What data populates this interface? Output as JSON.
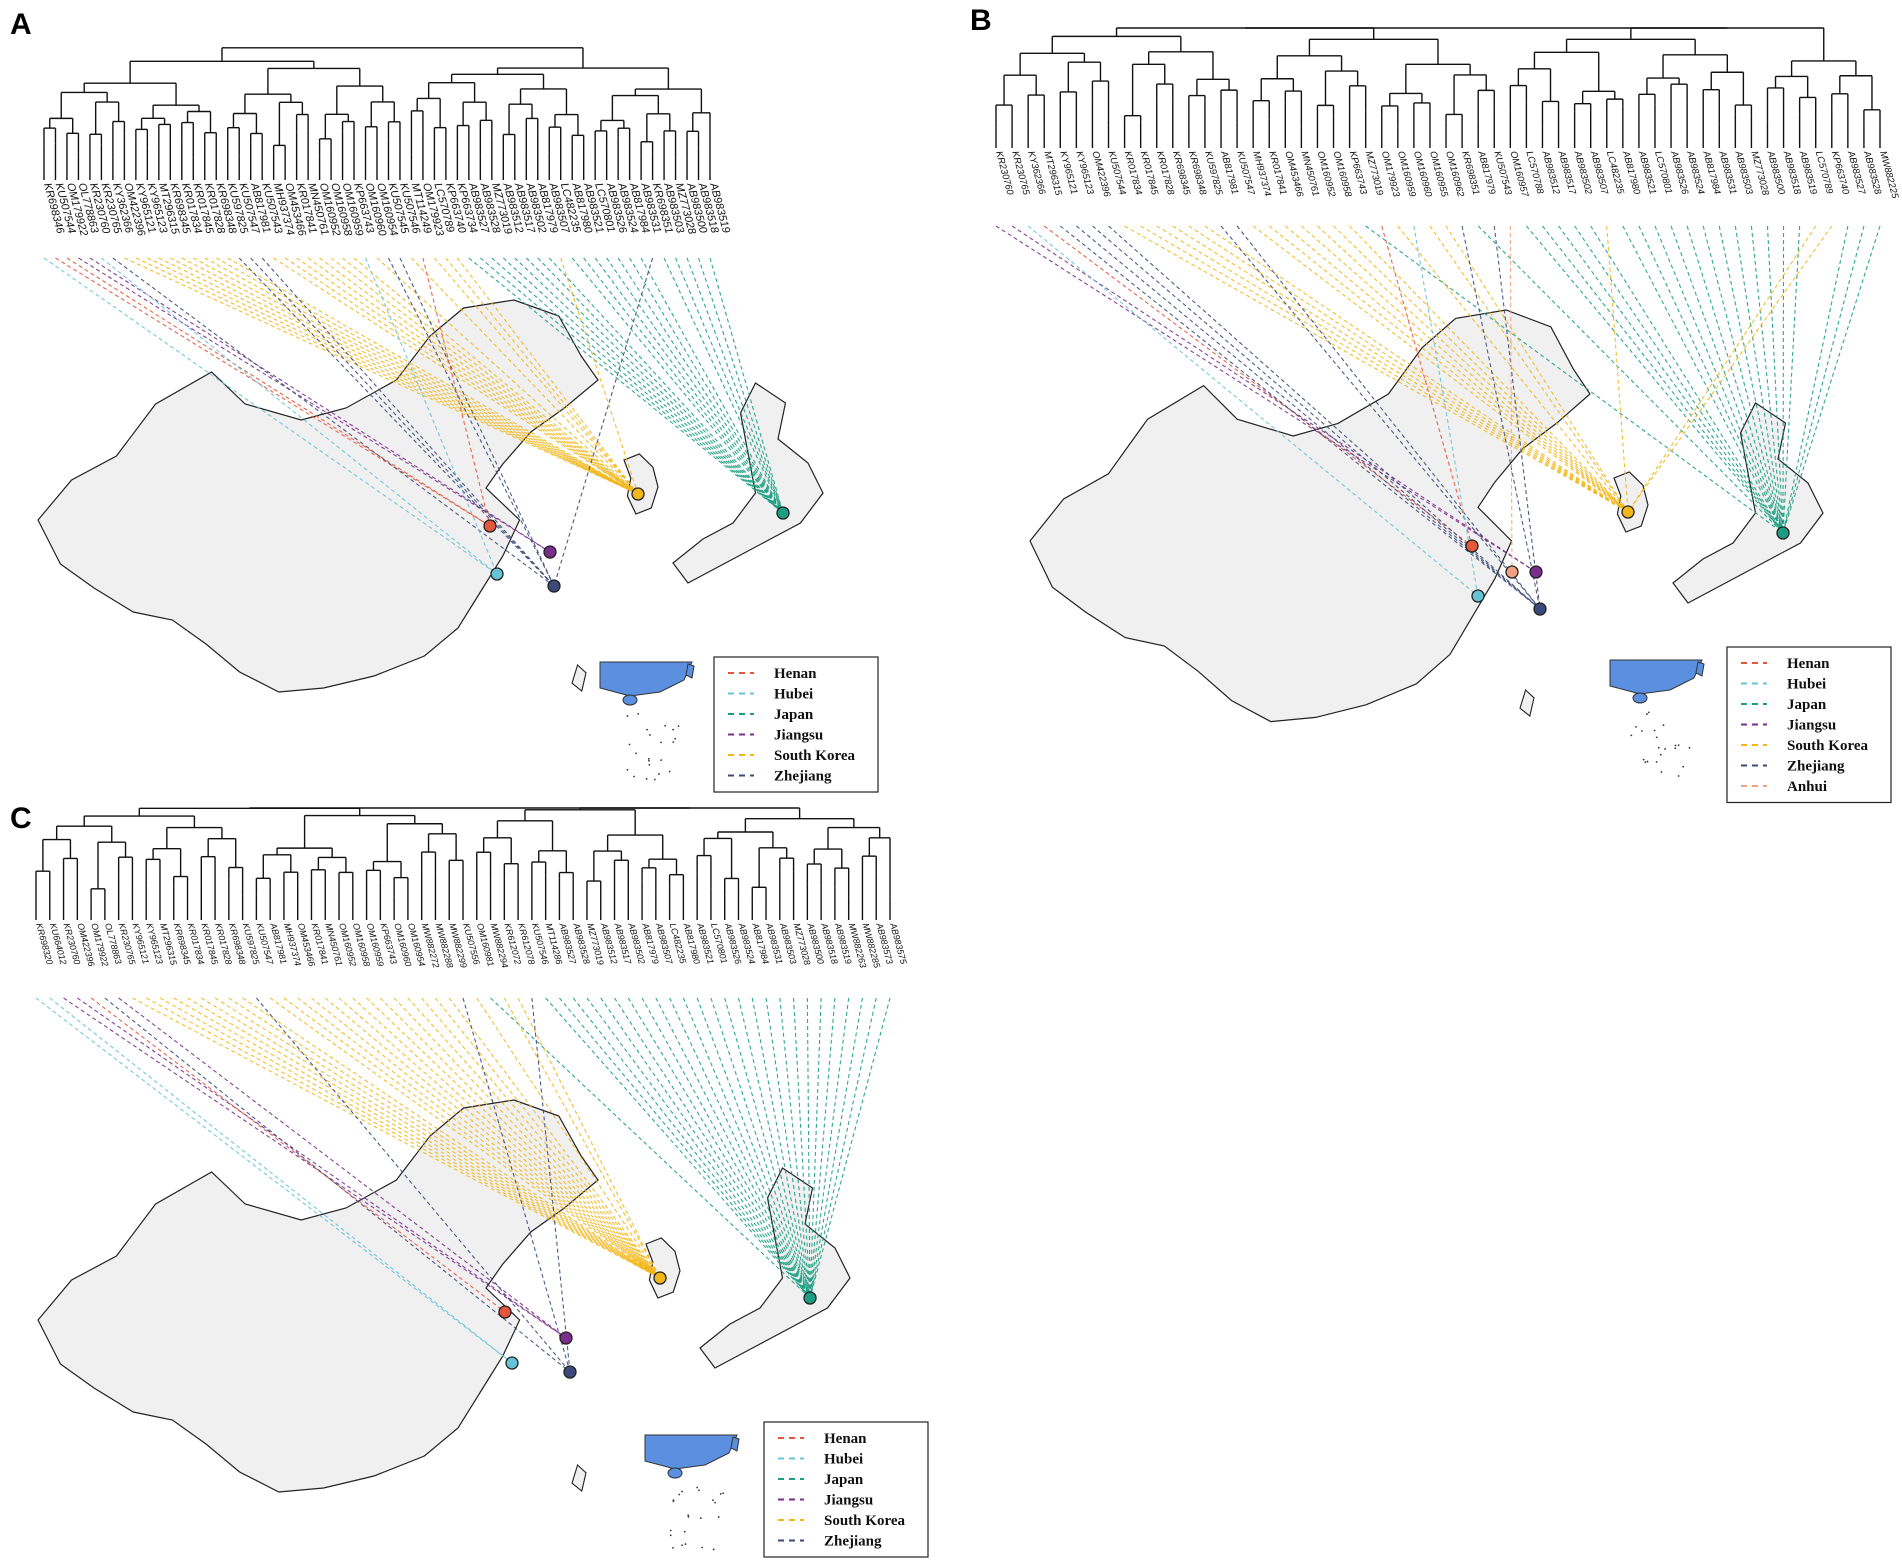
{
  "colors": {
    "Henan": "#e4573d",
    "Hubei": "#67c3d6",
    "Japan": "#1b9e82",
    "Jiangsu": "#7b2d8b",
    "South Korea": "#f2b71b",
    "Zhejiang": "#3b4a78",
    "Anhui": "#f0a182",
    "land": "#f0f0f0",
    "coast": "#222222",
    "inset": "#5b8fe0"
  },
  "panels": [
    {
      "id": "A",
      "label": "A",
      "legend": [
        "Henan",
        "Hubei",
        "Japan",
        "Jiangsu",
        "South Korea",
        "Zhejiang"
      ],
      "leaves": [
        {
          "label": "KR698346",
          "region": "Hubei"
        },
        {
          "label": "KU507544",
          "region": "Henan"
        },
        {
          "label": "OM179922",
          "region": "Henan"
        },
        {
          "label": "OL778863",
          "region": "Jiangsu"
        },
        {
          "label": "KR230760",
          "region": "Jiangsu"
        },
        {
          "label": "KR230765",
          "region": "Hubei"
        },
        {
          "label": "KY362366",
          "region": "Zhejiang"
        },
        {
          "label": "OM422396",
          "region": "South Korea"
        },
        {
          "label": "KY965121",
          "region": "South Korea"
        },
        {
          "label": "KY965123",
          "region": "South Korea"
        },
        {
          "label": "MT296315",
          "region": "South Korea"
        },
        {
          "label": "KR698345",
          "region": "South Korea"
        },
        {
          "label": "KR017834",
          "region": "South Korea"
        },
        {
          "label": "KR017845",
          "region": "South Korea"
        },
        {
          "label": "KR017828",
          "region": "South Korea"
        },
        {
          "label": "KR698348",
          "region": "South Korea"
        },
        {
          "label": "KU597825",
          "region": "South Korea"
        },
        {
          "label": "KU507547",
          "region": "Zhejiang"
        },
        {
          "label": "AB817981",
          "region": "Zhejiang"
        },
        {
          "label": "KU507543",
          "region": "Zhejiang"
        },
        {
          "label": "MH937374",
          "region": "South Korea"
        },
        {
          "label": "OM453466",
          "region": "South Korea"
        },
        {
          "label": "KR017841",
          "region": "South Korea"
        },
        {
          "label": "MN450761",
          "region": "South Korea"
        },
        {
          "label": "OM160952",
          "region": "South Korea"
        },
        {
          "label": "OM160958",
          "region": "South Korea"
        },
        {
          "label": "OM160959",
          "region": "South Korea"
        },
        {
          "label": "KP663743",
          "region": "South Korea"
        },
        {
          "label": "OM160960",
          "region": "Hubei"
        },
        {
          "label": "OM160954",
          "region": "South Korea"
        },
        {
          "label": "KU507545",
          "region": "Zhejiang"
        },
        {
          "label": "KU507546",
          "region": "Zhejiang"
        },
        {
          "label": "MT114249",
          "region": "South Korea"
        },
        {
          "label": "OM179923",
          "region": "Henan"
        },
        {
          "label": "LC570789",
          "region": "South Korea"
        },
        {
          "label": "KP663740",
          "region": "South Korea"
        },
        {
          "label": "KP663734",
          "region": "South Korea"
        },
        {
          "label": "AB983527",
          "region": "Japan"
        },
        {
          "label": "AB983528",
          "region": "Japan"
        },
        {
          "label": "MZ773019",
          "region": "Japan"
        },
        {
          "label": "AB983512",
          "region": "Japan"
        },
        {
          "label": "AB983517",
          "region": "Japan"
        },
        {
          "label": "AB983502",
          "region": "Japan"
        },
        {
          "label": "AB817979",
          "region": "Japan"
        },
        {
          "label": "AB983507",
          "region": "Japan"
        },
        {
          "label": "LC482235",
          "region": "South Korea"
        },
        {
          "label": "AB817980",
          "region": "Japan"
        },
        {
          "label": "AB983521",
          "region": "Japan"
        },
        {
          "label": "LC570801",
          "region": "Japan"
        },
        {
          "label": "AB983526",
          "region": "Japan"
        },
        {
          "label": "AB983524",
          "region": "Japan"
        },
        {
          "label": "AB817984",
          "region": "Japan"
        },
        {
          "label": "AB983531",
          "region": "Japan"
        },
        {
          "label": "KR698351",
          "region": "Zhejiang"
        },
        {
          "label": "AB983503",
          "region": "Japan"
        },
        {
          "label": "MZ773028",
          "region": "Japan"
        },
        {
          "label": "AB983500",
          "region": "Japan"
        },
        {
          "label": "AB983518",
          "region": "Japan"
        },
        {
          "label": "AB983519",
          "region": "Japan"
        }
      ]
    },
    {
      "id": "B",
      "label": "B",
      "legend": [
        "Henan",
        "Hubei",
        "Japan",
        "Jiangsu",
        "South Korea",
        "Zhejiang",
        "Anhui"
      ],
      "leaves": [
        {
          "label": "KR230760",
          "region": "Jiangsu"
        },
        {
          "label": "KR230765",
          "region": "Jiangsu"
        },
        {
          "label": "KY362366",
          "region": "Hubei"
        },
        {
          "label": "MT296315",
          "region": "Henan"
        },
        {
          "label": "KY965121",
          "region": "Zhejiang"
        },
        {
          "label": "KY965123",
          "region": "Zhejiang"
        },
        {
          "label": "OM422396",
          "region": "Zhejiang"
        },
        {
          "label": "KU507544",
          "region": "Zhejiang"
        },
        {
          "label": "KR017834",
          "region": "South Korea"
        },
        {
          "label": "KR017845",
          "region": "South Korea"
        },
        {
          "label": "KR017828",
          "region": "South Korea"
        },
        {
          "label": "KR698345",
          "region": "South Korea"
        },
        {
          "label": "KR698348",
          "region": "South Korea"
        },
        {
          "label": "KU597825",
          "region": "South Korea"
        },
        {
          "label": "AB817981",
          "region": "Zhejiang"
        },
        {
          "label": "KU507547",
          "region": "Zhejiang"
        },
        {
          "label": "MH937374",
          "region": "South Korea"
        },
        {
          "label": "KR017841",
          "region": "South Korea"
        },
        {
          "label": "OM453466",
          "region": "South Korea"
        },
        {
          "label": "MN450761",
          "region": "South Korea"
        },
        {
          "label": "OM160952",
          "region": "South Korea"
        },
        {
          "label": "OM160958",
          "region": "South Korea"
        },
        {
          "label": "KP663743",
          "region": "South Korea"
        },
        {
          "label": "MZ773019",
          "region": "Japan"
        },
        {
          "label": "OM179923",
          "region": "Henan"
        },
        {
          "label": "OM160959",
          "region": "South Korea"
        },
        {
          "label": "OM160960",
          "region": "Hubei"
        },
        {
          "label": "OM160955",
          "region": "South Korea"
        },
        {
          "label": "OM160962",
          "region": "South Korea"
        },
        {
          "label": "KR698351",
          "region": "Zhejiang"
        },
        {
          "label": "AB817979",
          "region": "Japan"
        },
        {
          "label": "KU507543",
          "region": "Zhejiang"
        },
        {
          "label": "OM160957",
          "region": "Anhui"
        },
        {
          "label": "LC570788",
          "region": "Japan"
        },
        {
          "label": "AB983512",
          "region": "Japan"
        },
        {
          "label": "AB983517",
          "region": "Japan"
        },
        {
          "label": "AB983502",
          "region": "Japan"
        },
        {
          "label": "AB983507",
          "region": "Japan"
        },
        {
          "label": "LC482235",
          "region": "South Korea"
        },
        {
          "label": "AB817980",
          "region": "Japan"
        },
        {
          "label": "AB983521",
          "region": "Japan"
        },
        {
          "label": "LC570801",
          "region": "Japan"
        },
        {
          "label": "AB983526",
          "region": "Japan"
        },
        {
          "label": "AB983524",
          "region": "Japan"
        },
        {
          "label": "AB817984",
          "region": "Japan"
        },
        {
          "label": "AB983531",
          "region": "Japan"
        },
        {
          "label": "AB983503",
          "region": "Japan"
        },
        {
          "label": "MZ773028",
          "region": "Japan"
        },
        {
          "label": "AB983500",
          "region": "Japan"
        },
        {
          "label": "AB983518",
          "region": "Japan"
        },
        {
          "label": "AB983519",
          "region": "Japan"
        },
        {
          "label": "LC570789",
          "region": "South Korea"
        },
        {
          "label": "KP663740",
          "region": "South Korea"
        },
        {
          "label": "AB983527",
          "region": "Japan"
        },
        {
          "label": "AB983528",
          "region": "Japan"
        },
        {
          "label": "MW882225",
          "region": "Japan"
        }
      ]
    },
    {
      "id": "C",
      "label": "C",
      "legend": [
        "Henan",
        "Hubei",
        "Japan",
        "Jiangsu",
        "South Korea",
        "Zhejiang"
      ],
      "leaves": [
        {
          "label": "KR698320",
          "region": "Hubei"
        },
        {
          "label": "KU664012",
          "region": "Hubei"
        },
        {
          "label": "KR230760",
          "region": "Jiangsu"
        },
        {
          "label": "OM422396",
          "region": "Jiangsu"
        },
        {
          "label": "OM179922",
          "region": "Henan"
        },
        {
          "label": "OL778863",
          "region": "Zhejiang"
        },
        {
          "label": "KR230765",
          "region": "Jiangsu"
        },
        {
          "label": "KY965121",
          "region": "South Korea"
        },
        {
          "label": "KY965123",
          "region": "South Korea"
        },
        {
          "label": "MT296315",
          "region": "South Korea"
        },
        {
          "label": "KR698345",
          "region": "South Korea"
        },
        {
          "label": "KR017834",
          "region": "South Korea"
        },
        {
          "label": "KR017845",
          "region": "South Korea"
        },
        {
          "label": "KR017828",
          "region": "South Korea"
        },
        {
          "label": "KR698348",
          "region": "South Korea"
        },
        {
          "label": "KU597825",
          "region": "South Korea"
        },
        {
          "label": "KU507547",
          "region": "Zhejiang"
        },
        {
          "label": "AB817981",
          "region": "South Korea"
        },
        {
          "label": "MH937374",
          "region": "South Korea"
        },
        {
          "label": "OM453466",
          "region": "South Korea"
        },
        {
          "label": "KR017841",
          "region": "South Korea"
        },
        {
          "label": "MN450761",
          "region": "South Korea"
        },
        {
          "label": "OM160952",
          "region": "South Korea"
        },
        {
          "label": "OM160958",
          "region": "South Korea"
        },
        {
          "label": "OM160959",
          "region": "South Korea"
        },
        {
          "label": "KP663743",
          "region": "South Korea"
        },
        {
          "label": "OM160960",
          "region": "South Korea"
        },
        {
          "label": "OM160954",
          "region": "South Korea"
        },
        {
          "label": "MW882272",
          "region": "South Korea"
        },
        {
          "label": "MW882288",
          "region": "South Korea"
        },
        {
          "label": "MW882299",
          "region": "South Korea"
        },
        {
          "label": "KU507556",
          "region": "Zhejiang"
        },
        {
          "label": "OM160981",
          "region": "South Korea"
        },
        {
          "label": "MW882294",
          "region": "Japan"
        },
        {
          "label": "KR612072",
          "region": "South Korea"
        },
        {
          "label": "KR612078",
          "region": "South Korea"
        },
        {
          "label": "KU507546",
          "region": "Zhejiang"
        },
        {
          "label": "MT114286",
          "region": "Japan"
        },
        {
          "label": "AB983527",
          "region": "Japan"
        },
        {
          "label": "AB983528",
          "region": "Japan"
        },
        {
          "label": "MZ773019",
          "region": "Japan"
        },
        {
          "label": "AB983512",
          "region": "Japan"
        },
        {
          "label": "AB983517",
          "region": "Japan"
        },
        {
          "label": "AB983502",
          "region": "Japan"
        },
        {
          "label": "AB817979",
          "region": "Japan"
        },
        {
          "label": "AB983507",
          "region": "Japan"
        },
        {
          "label": "LC482235",
          "region": "Japan"
        },
        {
          "label": "AB817980",
          "region": "Japan"
        },
        {
          "label": "AB983521",
          "region": "Japan"
        },
        {
          "label": "LC570801",
          "region": "Japan"
        },
        {
          "label": "AB983526",
          "region": "Japan"
        },
        {
          "label": "AB983524",
          "region": "Japan"
        },
        {
          "label": "AB817984",
          "region": "Japan"
        },
        {
          "label": "AB983531",
          "region": "Japan"
        },
        {
          "label": "AB983503",
          "region": "Japan"
        },
        {
          "label": "MZ773028",
          "region": "Japan"
        },
        {
          "label": "AB983500",
          "region": "Japan"
        },
        {
          "label": "AB983518",
          "region": "Japan"
        },
        {
          "label": "AB983519",
          "region": "Japan"
        },
        {
          "label": "MW882263",
          "region": "Japan"
        },
        {
          "label": "MW882285",
          "region": "Japan"
        },
        {
          "label": "AB983573",
          "region": "Japan"
        },
        {
          "label": "AB983575",
          "region": "Japan"
        }
      ]
    }
  ]
}
